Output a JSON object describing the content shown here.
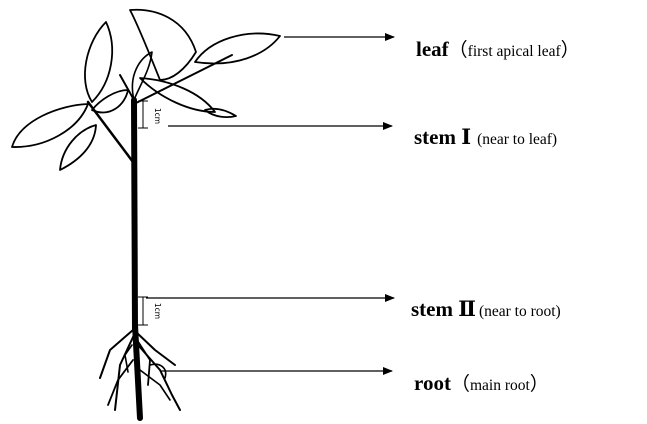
{
  "labels": [
    {
      "id": "leaf",
      "term": "leaf",
      "open": "（",
      "detail": "first apical leaf",
      "close": "）"
    },
    {
      "id": "stem1",
      "term": "stem Ⅰ",
      "open": "",
      "detail": "(near to leaf)",
      "close": ""
    },
    {
      "id": "stem2",
      "term": "stem Ⅱ",
      "open": "",
      "detail": "(near to root)",
      "close": ""
    },
    {
      "id": "root",
      "term": "root",
      "open": "（",
      "detail": "main root",
      "close": "）"
    }
  ],
  "scale_marks": {
    "upper": "1cm",
    "lower": "1cm"
  },
  "colors": {
    "ink": "#000000",
    "background": "#ffffff"
  }
}
